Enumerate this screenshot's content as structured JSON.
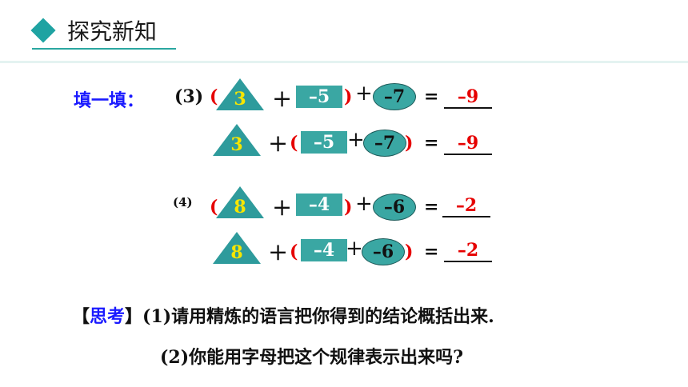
{
  "header": {
    "title": "探究新知"
  },
  "fill_label": "填一填：",
  "rows": [
    {
      "tag": "(3)",
      "tri": "3",
      "sq": "–5",
      "ell": "–7",
      "ans": "–9"
    },
    {
      "tri": "3",
      "sq": "–5",
      "ell": "–7",
      "ans": "–9"
    },
    {
      "tag": "(4)",
      "tri": "8",
      "sq": "–4",
      "ell": "–6",
      "ans": "–2"
    },
    {
      "tri": "8",
      "sq": "–4",
      "ell": "–6",
      "ans": "–2"
    }
  ],
  "symbols": {
    "lp": "(",
    "rp": ")",
    "plus": "+",
    "eq": "="
  },
  "think": {
    "bracket_open": "【",
    "word": "思考",
    "bracket_close": "】",
    "q1": "(1)请用精炼的语言把你得到的结论概括出来.",
    "q2": "(2)你能用字母把这个规律表示出来吗?"
  }
}
